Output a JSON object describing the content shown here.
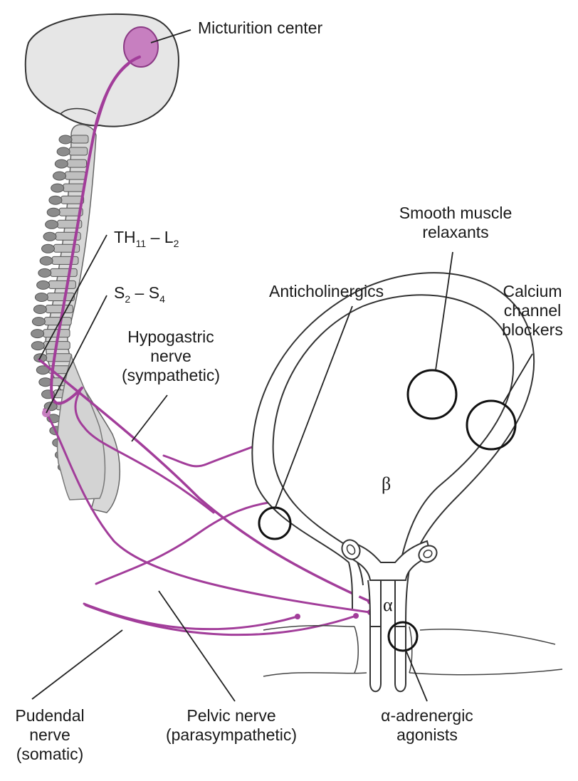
{
  "labels": {
    "micturition_center": "Micturition center",
    "th11_l2": {
      "main1": "TH",
      "sub1": "11",
      "dash": " – L",
      "sub2": "2"
    },
    "s2_s4": {
      "main1": "S",
      "sub1": "2",
      "dash": " – S",
      "sub2": "4"
    },
    "hypogastric": [
      "Hypogastric",
      "nerve",
      "(sympathetic)"
    ],
    "smooth_muscle": [
      "Smooth muscle",
      "relaxants"
    ],
    "anticholinergics": "Anticholinergics",
    "calcium": [
      "Calcium",
      "channel",
      "blockers"
    ],
    "beta": "β",
    "alpha": "α",
    "pudendal": [
      "Pudendal",
      "nerve",
      "(somatic)"
    ],
    "pelvic": [
      "Pelvic nerve",
      "(parasympathetic)"
    ],
    "alpha_adrenergic": [
      "α-adrenergic",
      "agonists"
    ]
  },
  "colors": {
    "nerve": "#a23d9a",
    "brain_center": "#c77fc0",
    "spine": "#d9d9d9",
    "spine_dark": "#8c8c8c",
    "outline": "#444444"
  }
}
